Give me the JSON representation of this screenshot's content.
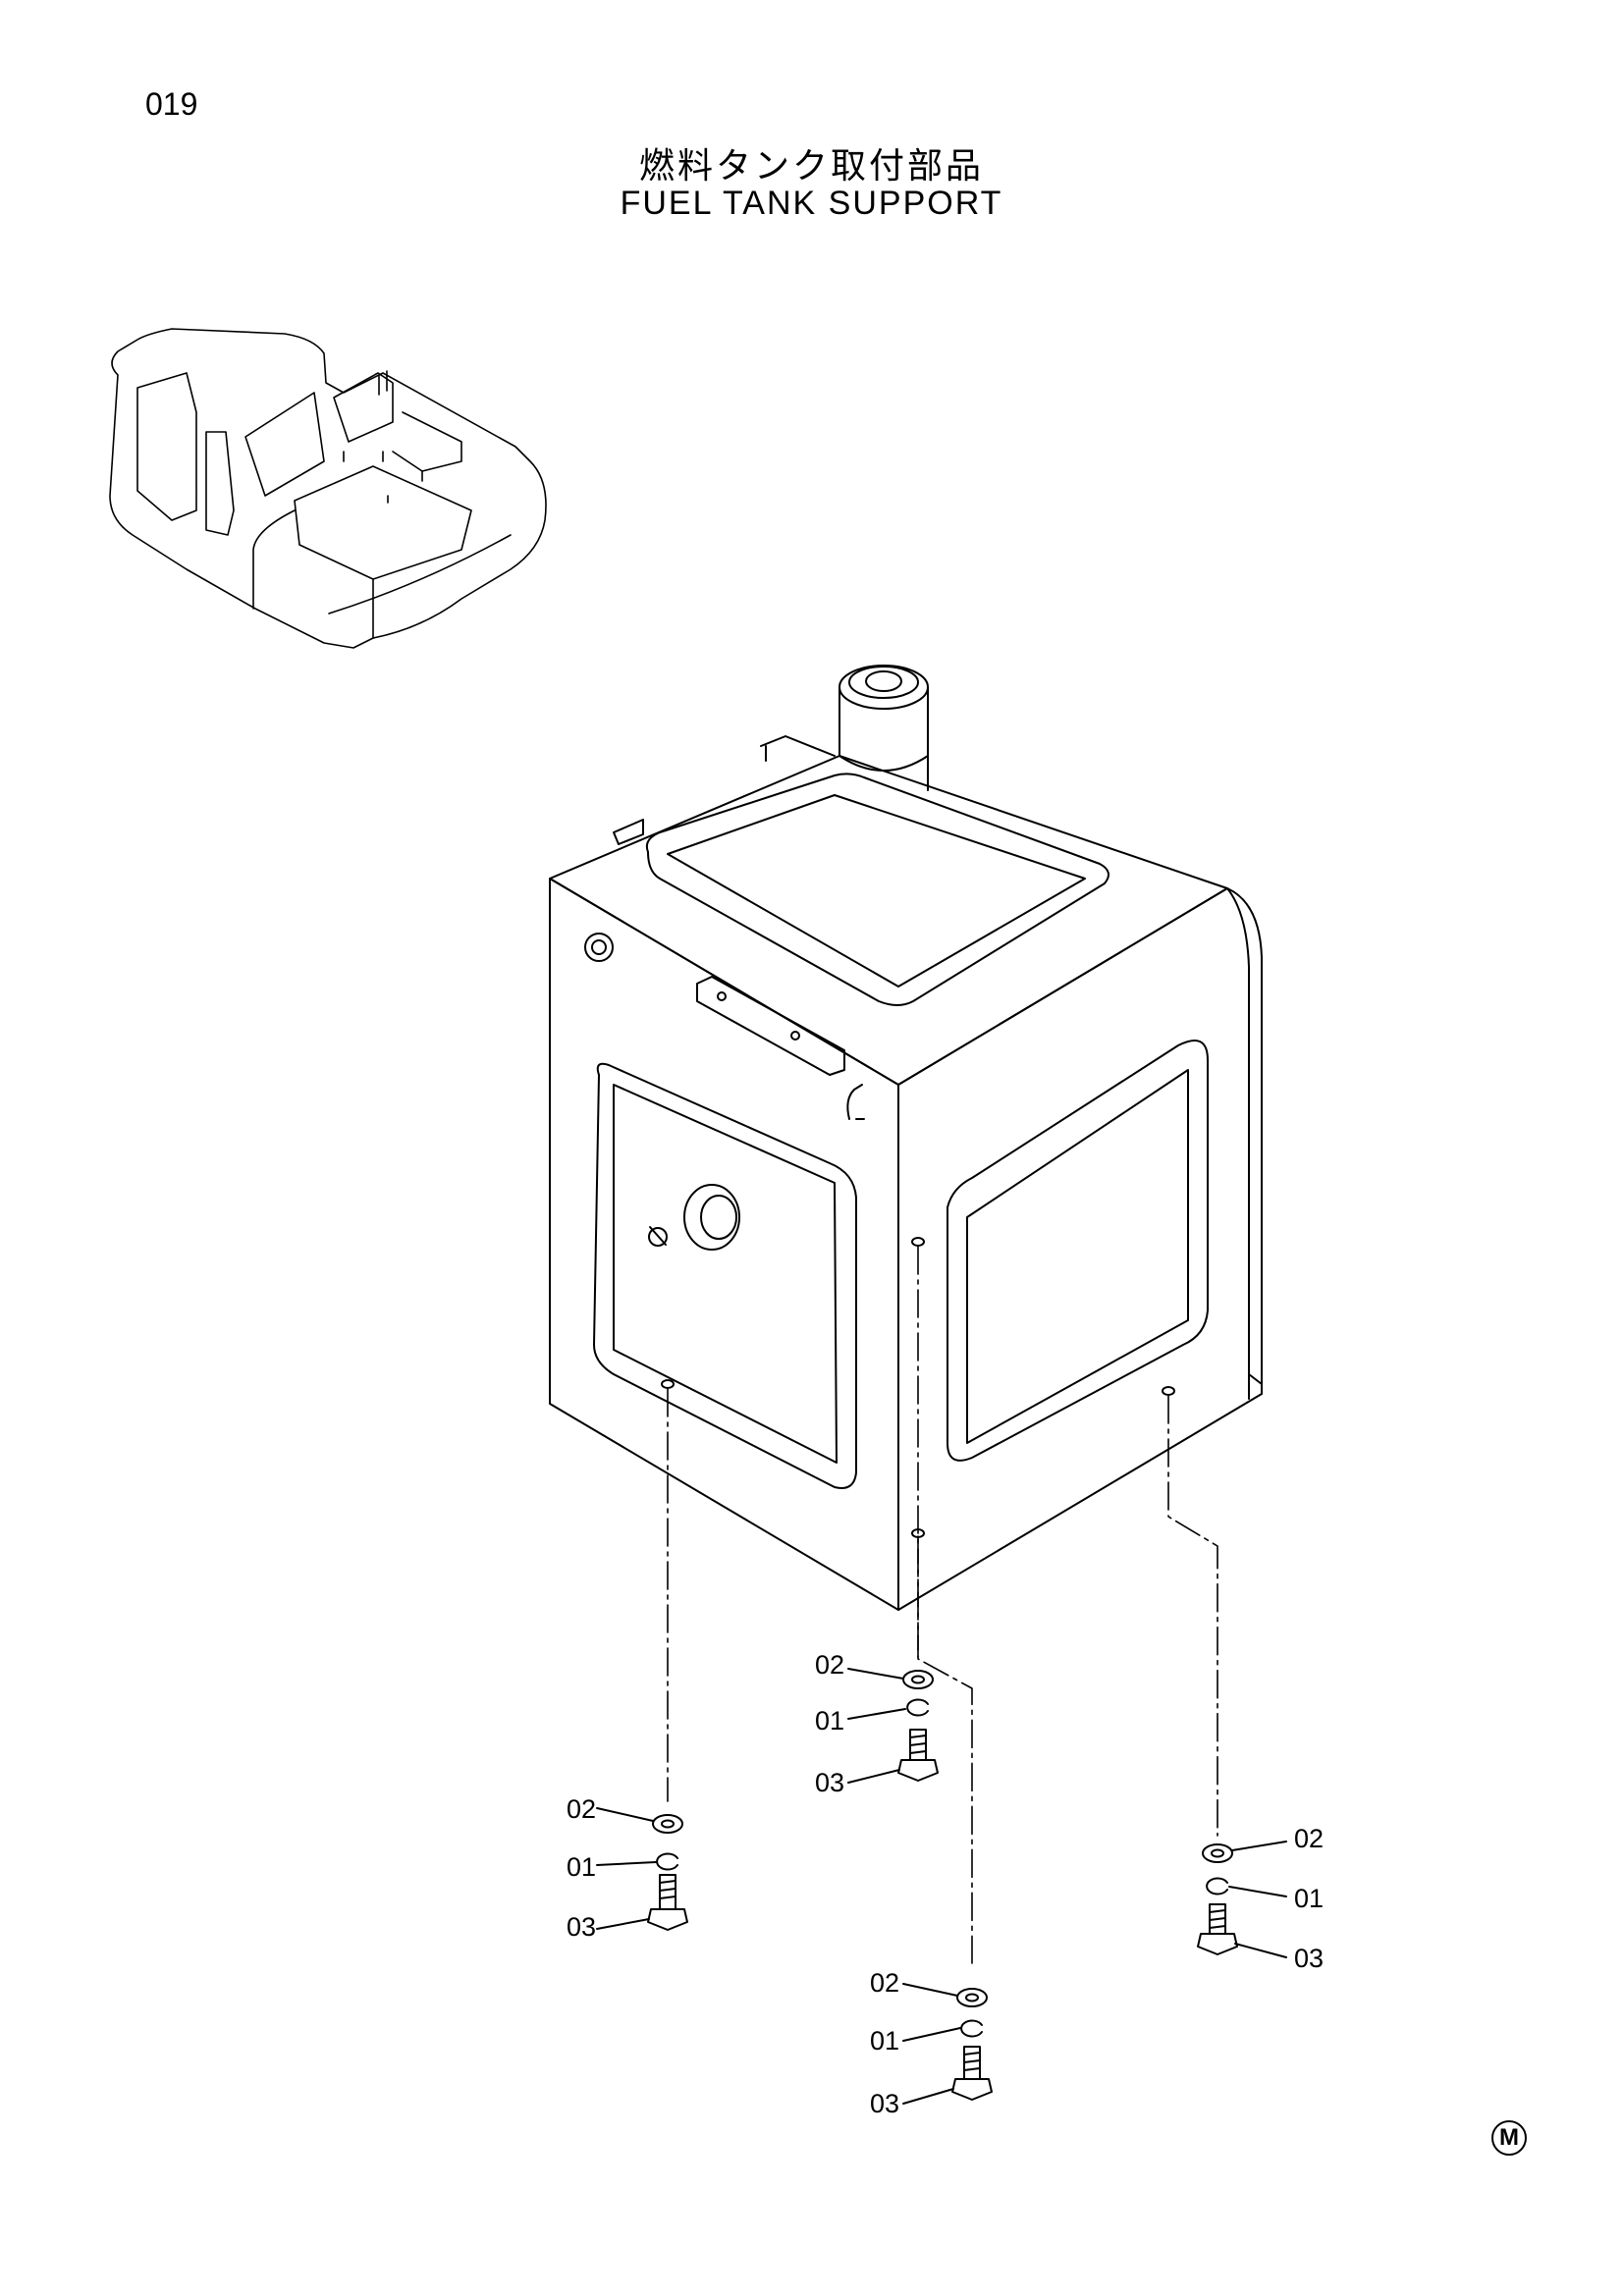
{
  "page": {
    "number": "019",
    "title_ja": "燃料タンク取付部品",
    "title_en": "FUEL TANK SUPPORT",
    "mark": "M"
  },
  "callouts": {
    "c1": "02",
    "c2": "01",
    "c3": "03",
    "c4": "02",
    "c5": "01",
    "c6": "03",
    "c7": "02",
    "c8": "01",
    "c9": "03",
    "c10": "02",
    "c11": "01",
    "c12": "03"
  }
}
